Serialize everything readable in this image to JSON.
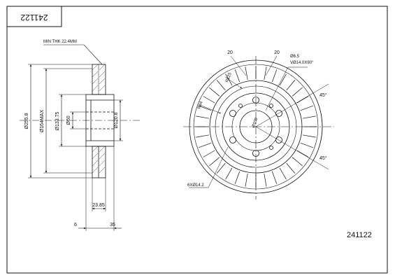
{
  "title_block": {
    "part_number": "241122"
  },
  "footer": {
    "part_number": "241122"
  },
  "side_view": {
    "min_thickness": "MIN THK 22.4MM",
    "dims": {
      "outer_diameter": "Ø255.8",
      "hub_max": "Ø164MAX",
      "hat_diameter": "Ø133.75",
      "center_bore": "Ø60",
      "inner_diameter": "Ø120.8",
      "height": "23.85",
      "offset_a": "6",
      "offset_b": "35"
    }
  },
  "front_view": {
    "dims": {
      "angle_top_a": "20",
      "angle_top_b": "20",
      "hole_dia": "Ø6.5",
      "hole_spec": "VØ14.0X90°",
      "radius_r125": "R125",
      "radius_r84": "R84",
      "bolt_circle": "Ø100",
      "bolt_holes": "6XØ14.2",
      "angle_right_a": "45°",
      "angle_right_b": "45°"
    }
  }
}
